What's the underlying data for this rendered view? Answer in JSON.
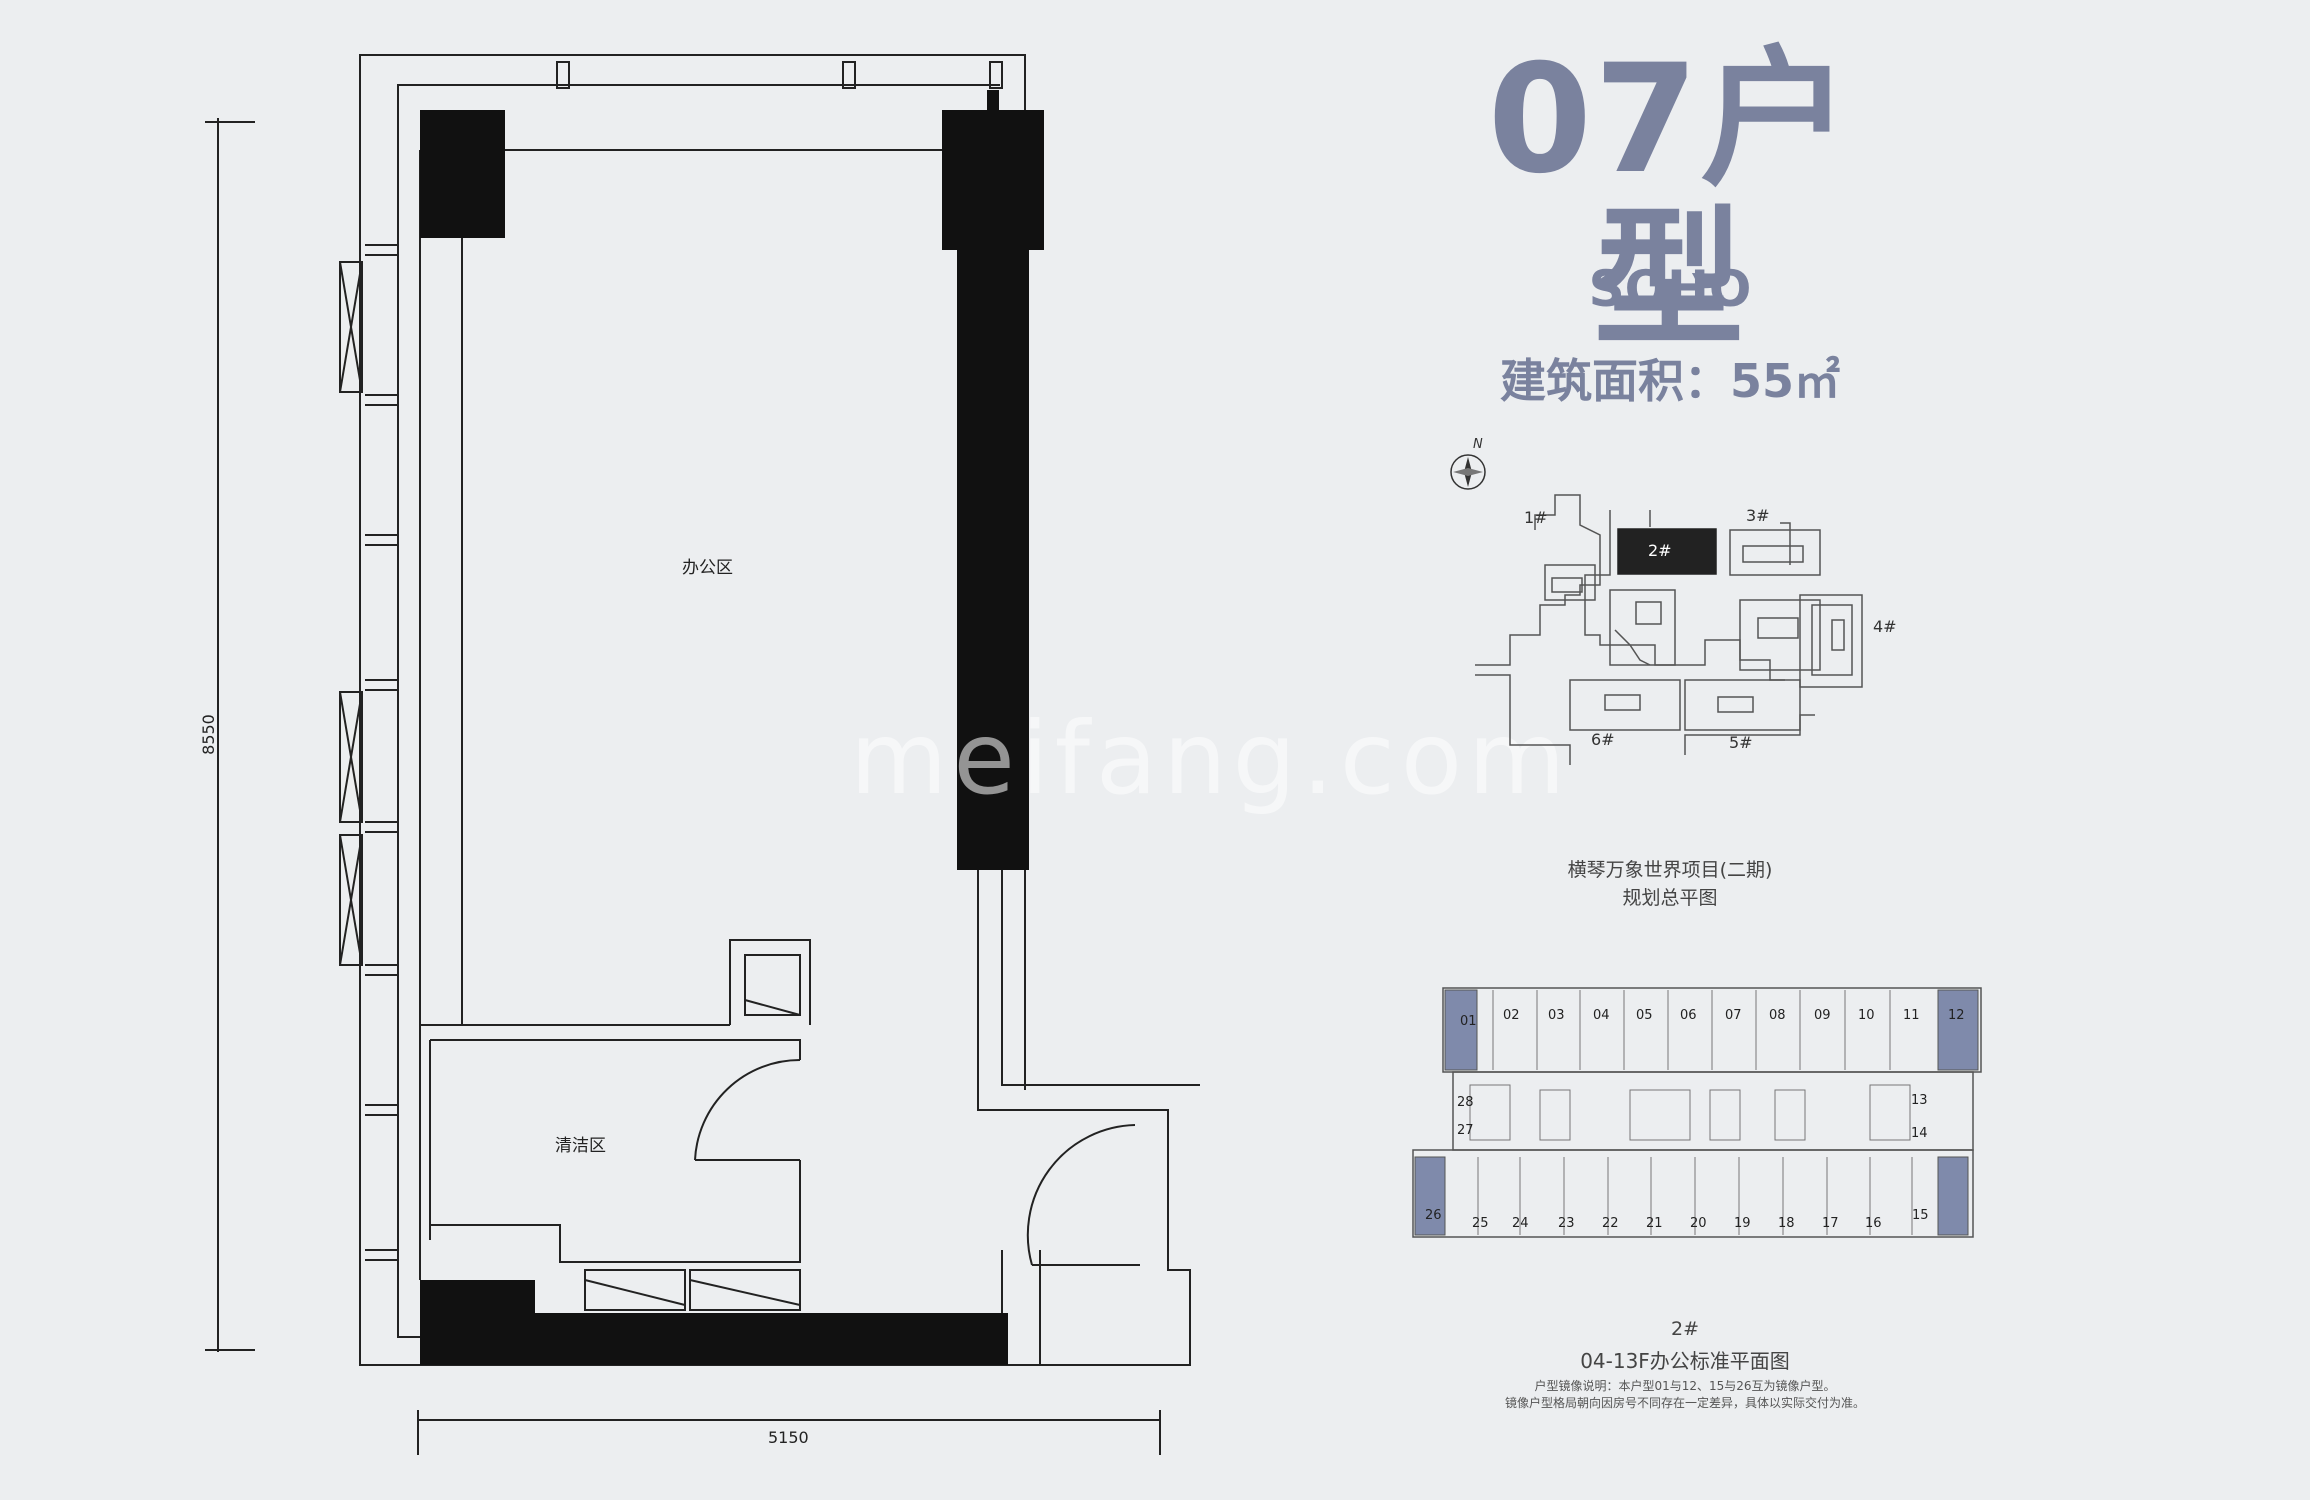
{
  "header": {
    "title": "07户型",
    "subtitle": "SOHO",
    "area_label": "建筑面积：55㎡"
  },
  "floor_plan": {
    "room_office": "办公区",
    "room_cleaning": "清洁区",
    "dim_height": "8550",
    "dim_width": "5150"
  },
  "site_plan": {
    "north_label": "N",
    "buildings": [
      "1#",
      "2#",
      "3#",
      "4#",
      "5#",
      "6#"
    ],
    "caption_line1": "横琴万象世界项目(二期)",
    "caption_line2": "规划总平图"
  },
  "floor_layout": {
    "top_units": [
      "01",
      "02",
      "03",
      "04",
      "05",
      "06",
      "07",
      "08",
      "09",
      "10",
      "11",
      "12"
    ],
    "bottom_units": [
      "26",
      "25",
      "24",
      "23",
      "22",
      "21",
      "20",
      "19",
      "18",
      "17",
      "16",
      "15"
    ],
    "left_mid_units": [
      "28",
      "27"
    ],
    "right_mid_units": [
      "13",
      "14"
    ],
    "caption_building": "2#",
    "caption_title": "04-13F办公标准平面图",
    "note_line1": "户型镜像说明：本户型01与12、15与26互为镜像户型。",
    "note_line2": "镜像户型格局朝向因房号不同存在一定差异，具体以实际交付为准。"
  },
  "watermark": "meifang.com",
  "colors": {
    "title": "#7a829e",
    "highlight_unit": "#7f8aab",
    "wall": "#111111"
  }
}
